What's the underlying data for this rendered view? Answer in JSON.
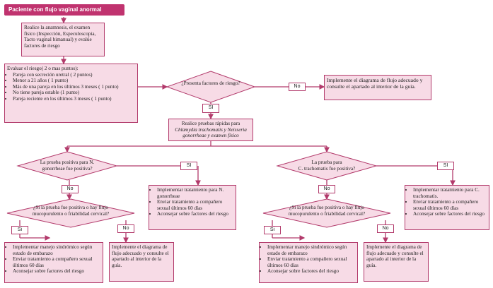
{
  "title": "Paciente con flujo vaginal anormal",
  "step1": "Realice la anamnesis, el examen físico (Inspección, Especuloscopia, Tacto vaginal  bimanual) y evalúe factores de riesgo",
  "risk": {
    "heading": "Evaluar el riesgo( 2 o mas puntos):",
    "items": [
      "Pareja con secreción uretral ( 2 puntos)",
      "Menor a 21 años ( 1 punto)",
      "Más de una pareja en los últimos 3 meses ( 1 punto)",
      "No tiene pareja estable (1 punto)",
      "Pareja reciente en los últimos 3 meses ( 1 punto)"
    ]
  },
  "decision_risk": "¿Presenta factores de riesgo?",
  "no_label": "No",
  "si_label": "SI",
  "si_label_lower": "Si",
  "implement_guide": "Implemente el diagrama de flujo adecuado y consulte el apartado al interior de la guía.",
  "rapid_tests": {
    "line1": "Realice pruebas rápidas para",
    "line2": "Chlamydia trachomatis y Neisseria gonorrheae y examen físico"
  },
  "decision_gono": {
    "line1": "La prueba positiva para N.",
    "line2": "gonorrheae fue positiva?"
  },
  "decision_chlam": {
    "line1": "La prueba para",
    "line2": "C. trachomatis fue positiva?"
  },
  "treat_gono": [
    "Implementar tratamiento para N. gonorrheae",
    "Enviar tratamiento a compañero sexual últimos 60 días",
    "Aconsejar sobre factores del riesgo"
  ],
  "treat_chlam": [
    "Implementar tratamiento para C. trachomatis.",
    "Enviar tratamiento a compañero sexual últimos 60 días",
    "Aconsejar sobre factores del riesgo"
  ],
  "decision_flujo": "¿Si la prueba fue positiva o hay flujo mucopurulento o friabilidad cervical?",
  "syndromic": [
    "Implementar  manejo sindrómico según estado de embarazo",
    "Enviar tratamiento a compañero sexual últimos 60 días",
    "Aconsejar sobre factores del riesgo"
  ],
  "implement_small": "Implemente el diagrama de flujo adecuado y consulte el apartado al interior de la guía.",
  "colors": {
    "accent": "#c0336f",
    "fill": "#f7dbe6",
    "border": "#b23a6b"
  }
}
